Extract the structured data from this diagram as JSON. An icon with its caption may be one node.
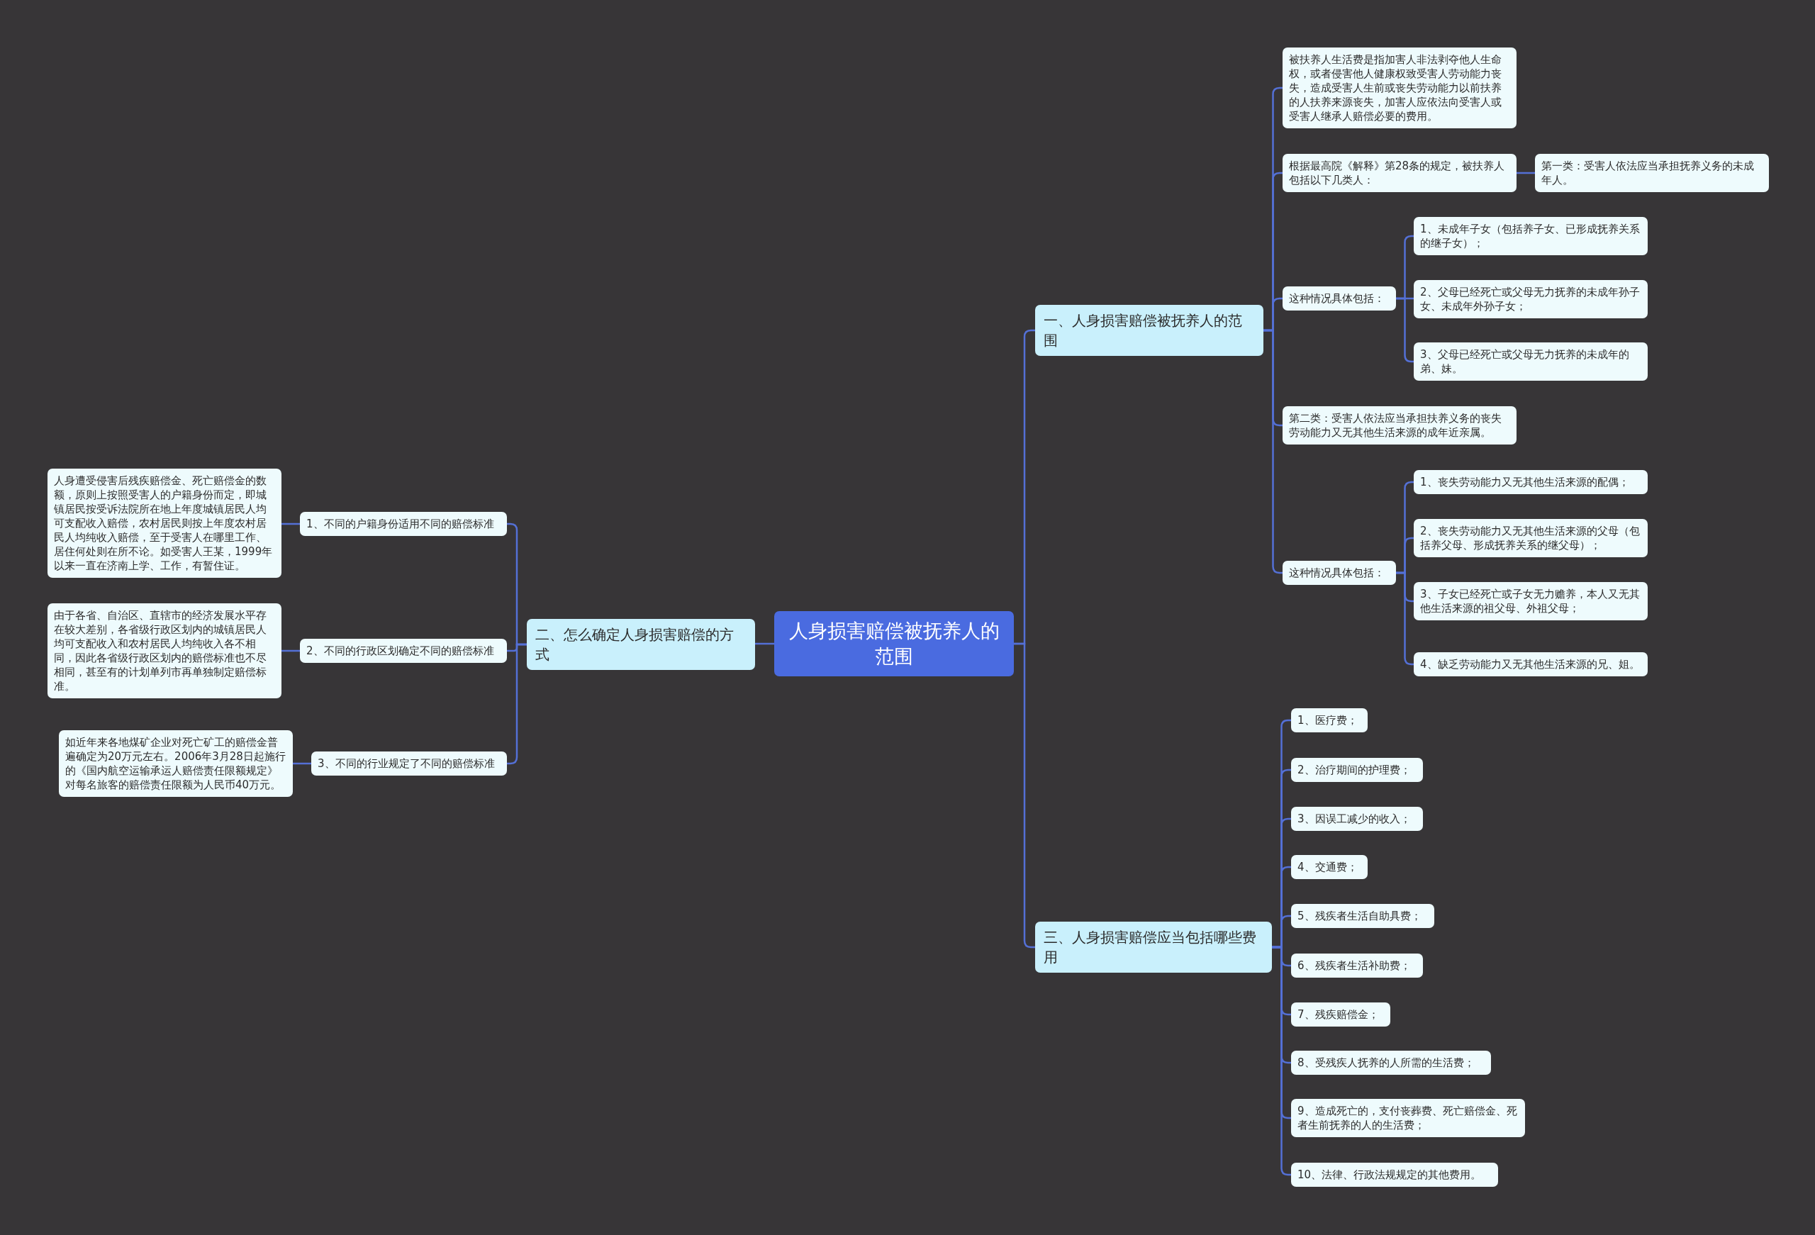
{
  "diagram": {
    "nodes": [
      {
        "text": [
          "人身损害赔偿被抚养人的范围"
        ]
      },
      {
        "text": [
          "一、人身损害赔偿被抚养人的范围"
        ]
      },
      {
        "text": [
          "被扶养人生活费是指加害人非法剥夺他人生命权，或者侵害他人健康权致受害人劳动能力丧失，造成受害人生前或丧失劳动能力以前扶养的人扶养来源丧失，加害人应依法向受害人或受害人继承人赔偿必要的费用。"
        ]
      },
      {
        "text": [
          "根据最高院《解释》第28条的规定，被扶养人包括以下几类人："
        ]
      },
      {
        "text": [
          "第一类：受害人依法应当承担抚养义务的未成年人。"
        ]
      },
      {
        "text": [
          "这种情况具体包括："
        ]
      },
      {
        "text": [
          "1、未成年子女（包括养子女、已形成抚养关系的继子女）；"
        ]
      },
      {
        "text": [
          "2、父母已经死亡或父母无力抚养的未成年孙子女、未成年外孙子女；"
        ]
      },
      {
        "text": [
          "3、父母已经死亡或父母无力抚养的未成年的弟、妹。"
        ]
      },
      {
        "text": [
          "第二类：受害人依法应当承担扶养义务的丧失劳动能力又无其他生活来源的成年近亲属。"
        ]
      },
      {
        "text": [
          "这种情况具体包括："
        ]
      },
      {
        "text": [
          "1、丧失劳动能力又无其他生活来源的配偶；"
        ]
      },
      {
        "text": [
          "2、丧失劳动能力又无其他生活来源的父母（包括养父母、形成抚养关系的继父母）；"
        ]
      },
      {
        "text": [
          "3、子女已经死亡或子女无力赡养，本人又无其他生活来源的祖父母、外祖父母；"
        ]
      },
      {
        "text": [
          "4、缺乏劳动能力又无其他生活来源的兄、姐。"
        ]
      },
      {
        "text": [
          "二、怎么确定人身损害赔偿的方式"
        ]
      },
      {
        "text": [
          "1、不同的户籍身份适用不同的赔偿标准"
        ]
      },
      {
        "text": [
          "人身遭受侵害后残疾赔偿金、死亡赔偿金的数额，原则上按照受害人的户籍身份而定，即城镇居民按受诉法院所在地上年度城镇居民人均可支配收入赔偿，农村居民则按上年度农村居民人均纯收入赔偿，至于受害人在哪里工作、居住何处则在所不论。如受害人王某，1999年以来一直在济南上学、工作，有暂住证。"
        ]
      },
      {
        "text": [
          "2、不同的行政区划确定不同的赔偿标准"
        ]
      },
      {
        "text": [
          "由于各省、自治区、直辖市的经济发展水平存在较大差别，各省级行政区划内的城镇居民人均可支配收入和农村居民人均纯收入各不相同，因此各省级行政区划内的赔偿标准也不尽相同，甚至有的计划单列市再单独制定赔偿标准。"
        ]
      },
      {
        "text": [
          "3、不同的行业规定了不同的赔偿标准"
        ]
      },
      {
        "text": [
          "如近年来各地煤矿企业对死亡矿工的赔偿金普遍确定为20万元左右。2006年3月28日起施行的《国内航空运输承运人赔偿责任限额规定》对每名旅客的赔偿责任限额为人民币40万元。"
        ]
      },
      {
        "text": [
          "三、人身损害赔偿应当包括哪些费用"
        ]
      },
      {
        "text": [
          "1、医疗费；"
        ]
      },
      {
        "text": [
          "2、治疗期间的护理费；"
        ]
      },
      {
        "text": [
          "3、因误工减少的收入；"
        ]
      },
      {
        "text": [
          "4、交通费；"
        ]
      },
      {
        "text": [
          "5、残疾者生活自助具费；"
        ]
      },
      {
        "text": [
          "6、残疾者生活补助费；"
        ]
      },
      {
        "text": [
          "7、残疾赔偿金；"
        ]
      },
      {
        "text": [
          "8、受残疾人抚养的人所需的生活费；"
        ]
      },
      {
        "text": [
          "9、造成死亡的，支付丧葬费、死亡赔偿金、死者生前抚养的人的生活费；"
        ]
      },
      {
        "text": [
          "10、法律、行政法规规定的其他费用。"
        ]
      }
    ],
    "edges": [
      {
        "from": 0,
        "to": 1,
        "arrow": "none"
      },
      {
        "from": 0,
        "to": 15,
        "arrow": "none"
      },
      {
        "from": 0,
        "to": 22,
        "arrow": "none"
      },
      {
        "from": 1,
        "to": 2,
        "arrow": "none"
      },
      {
        "from": 1,
        "to": 3,
        "arrow": "none"
      },
      {
        "from": 1,
        "to": 5,
        "arrow": "none"
      },
      {
        "from": 1,
        "to": 9,
        "arrow": "none"
      },
      {
        "from": 1,
        "to": 10,
        "arrow": "none"
      },
      {
        "from": 3,
        "to": 4,
        "arrow": "none"
      },
      {
        "from": 5,
        "to": 6,
        "arrow": "none"
      },
      {
        "from": 5,
        "to": 7,
        "arrow": "none"
      },
      {
        "from": 5,
        "to": 8,
        "arrow": "none"
      },
      {
        "from": 10,
        "to": 11,
        "arrow": "none"
      },
      {
        "from": 10,
        "to": 12,
        "arrow": "none"
      },
      {
        "from": 10,
        "to": 13,
        "arrow": "none"
      },
      {
        "from": 10,
        "to": 14,
        "arrow": "none"
      },
      {
        "from": 15,
        "to": 16,
        "arrow": "none"
      },
      {
        "from": 15,
        "to": 18,
        "arrow": "none"
      },
      {
        "from": 15,
        "to": 20,
        "arrow": "none"
      },
      {
        "from": 16,
        "to": 17,
        "arrow": "none"
      },
      {
        "from": 18,
        "to": 19,
        "arrow": "none"
      },
      {
        "from": 20,
        "to": 21,
        "arrow": "none"
      },
      {
        "from": 22,
        "to": 23,
        "arrow": "none"
      },
      {
        "from": 22,
        "to": 24,
        "arrow": "none"
      },
      {
        "from": 22,
        "to": 25,
        "arrow": "none"
      },
      {
        "from": 22,
        "to": 26,
        "arrow": "none"
      },
      {
        "from": 22,
        "to": 27,
        "arrow": "none"
      },
      {
        "from": 22,
        "to": 28,
        "arrow": "none"
      },
      {
        "from": 22,
        "to": 29,
        "arrow": "none"
      },
      {
        "from": 22,
        "to": 30,
        "arrow": "none"
      },
      {
        "from": 22,
        "to": 31,
        "arrow": "none"
      },
      {
        "from": 22,
        "to": 32,
        "arrow": "none"
      }
    ]
  }
}
